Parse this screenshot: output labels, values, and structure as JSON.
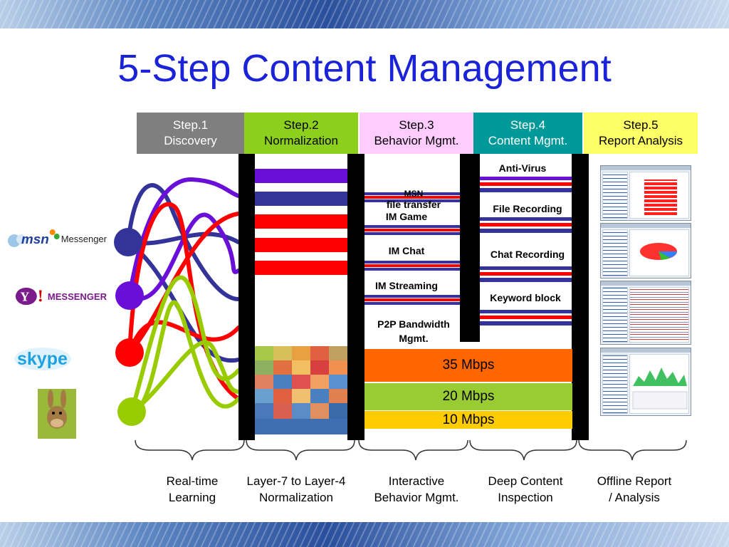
{
  "title": "5-Step Content Management",
  "steps": [
    {
      "label": "Step.1\nDiscovery",
      "bg": "#7f7f7f",
      "fg": "#ffffff"
    },
    {
      "label": "Step.2\nNormalization",
      "bg": "#8ccf1c",
      "fg": "#000000"
    },
    {
      "label": "Step.3\nBehavior Mgmt.",
      "bg": "#ffccff",
      "fg": "#000000"
    },
    {
      "label": "Step.4\nContent Mgmt.",
      "bg": "#009999",
      "fg": "#ffffff"
    },
    {
      "label": "Step.5\nReport Analysis",
      "bg": "#ffff66",
      "fg": "#000000"
    }
  ],
  "apps": [
    {
      "name": "msn Messenger",
      "logo_text": "msn",
      "suffix": "Messenger",
      "color": "#3b3ba0"
    },
    {
      "name": "Yahoo! Messenger",
      "logo_text": "Y!",
      "suffix": "MESSENGER",
      "color": "#7b1a8a"
    },
    {
      "name": "Skype",
      "logo_text": "skype",
      "color": "#1fa1e0"
    },
    {
      "name": "eMule",
      "icon": "donkey-icon",
      "color": "#8a6a3a"
    }
  ],
  "behaviors": [
    {
      "prefix": "MSN",
      "label": "file transfer"
    },
    {
      "label": "IM Game"
    },
    {
      "label": "IM Chat"
    },
    {
      "label": "IM Streaming"
    },
    {
      "label": "P2P Bandwidth\nMgmt."
    }
  ],
  "content_features": [
    "Anti-Virus",
    "File Recording",
    "Chat Recording",
    "Keyword block"
  ],
  "bandwidth": [
    {
      "label": "35 Mbps",
      "color": "#ff6600"
    },
    {
      "label": "20 Mbps",
      "color": "#99cc33"
    },
    {
      "label": "10 Mbps",
      "color": "#ffcc00"
    }
  ],
  "bottom_labels": [
    "Real-time\nLearning",
    "Layer-7 to Layer-4\nNormalization",
    "Interactive\nBehavior Mgmt.",
    "Deep Content\nInspection",
    "Offline Report\n/ Analysis"
  ],
  "colors": {
    "title": "#1a23d8",
    "purple": "#6a0fd8",
    "navy": "#333399",
    "red": "#ff0000",
    "lime": "#99cc00",
    "bar": "#000000"
  }
}
